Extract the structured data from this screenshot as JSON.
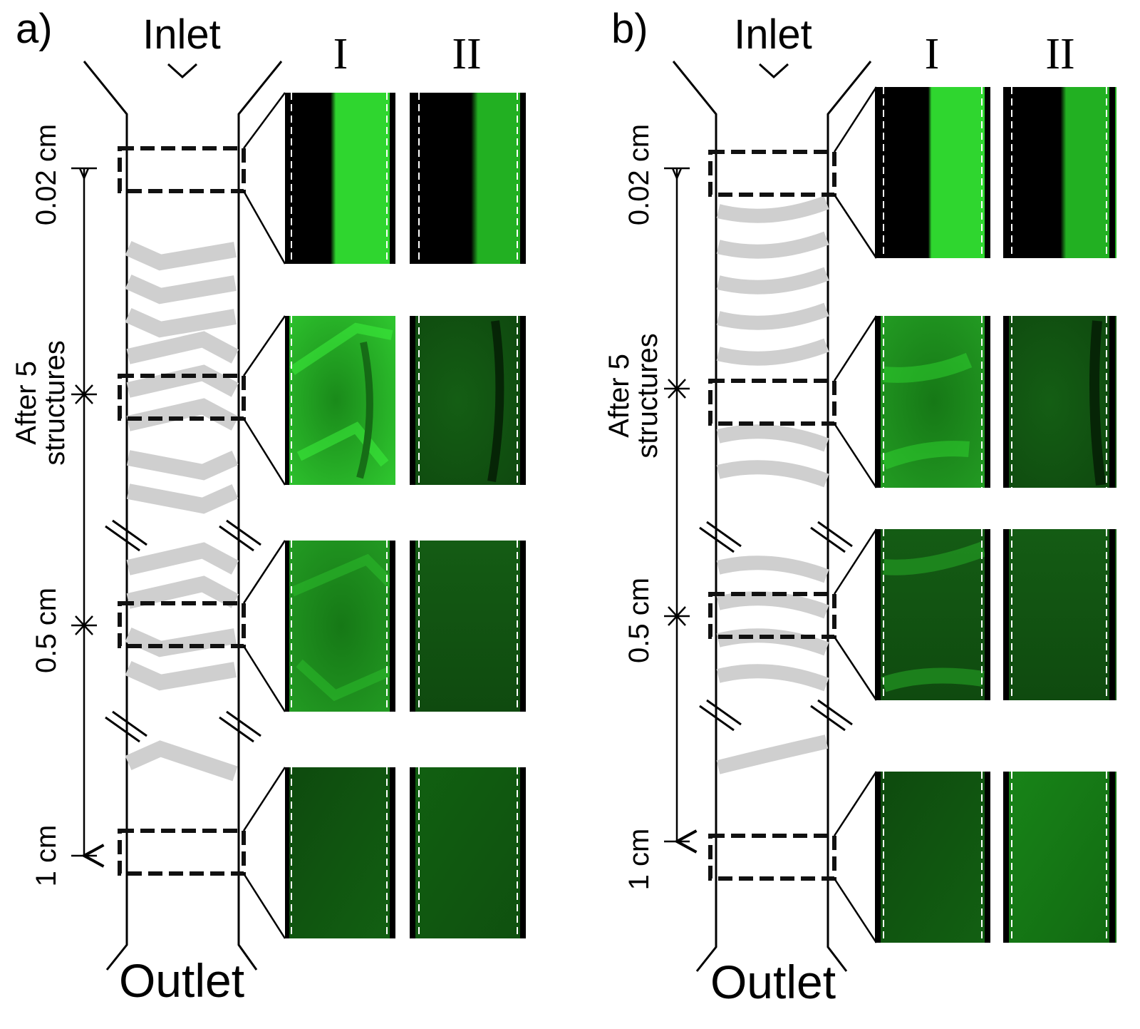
{
  "panels": [
    {
      "id": "a",
      "label": "a)",
      "inlet": "Inlet",
      "outlet": "Outlet",
      "distances": [
        "0.02 cm",
        "After 5\nstructures",
        "0.5 cm",
        "1 cm"
      ],
      "columns": [
        "I",
        "II"
      ],
      "mixer": "herringbone"
    },
    {
      "id": "b",
      "label": "b)",
      "inlet": "Inlet",
      "outlet": "Outlet",
      "distances": [
        "0.02 cm",
        "After 5\nstructures",
        "0.5 cm",
        "1 cm"
      ],
      "columns": [
        "I",
        "II"
      ],
      "mixer": "curved"
    }
  ],
  "colors": {
    "bright_green": "#2fd62f",
    "mid_green": "#1f9a1f",
    "dark_green": "#0e4f0e",
    "black": "#000000",
    "groove_gray": "#cfcfcf"
  }
}
